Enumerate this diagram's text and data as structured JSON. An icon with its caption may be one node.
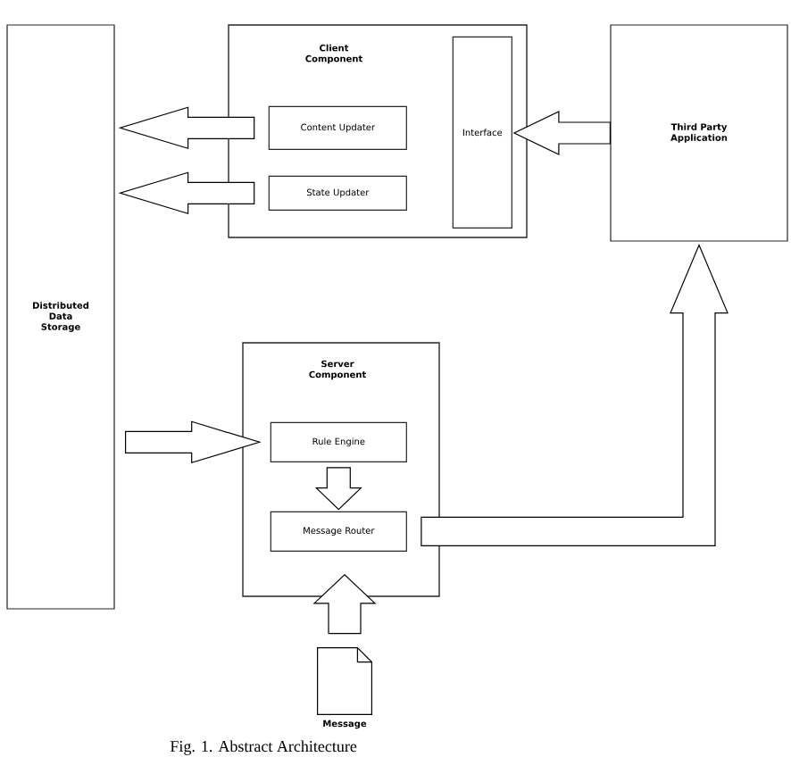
{
  "diagram": {
    "caption": "Fig. 1. Abstract Architecture",
    "nodes": [
      {
        "text": [
          "Client Component"
        ]
      },
      {
        "text": [
          "Content Updater"
        ],
        "in": 0
      },
      {
        "text": [
          "State Updater"
        ],
        "in": 0
      },
      {
        "text": [
          "Interface"
        ],
        "in": 0
      },
      {
        "text": [
          "Third Party Application"
        ]
      },
      {
        "text": [
          "Distributed Data Storage"
        ]
      },
      {
        "text": [
          "Server Component"
        ]
      },
      {
        "text": [
          "Rule Engine"
        ],
        "in": 6
      },
      {
        "text": [
          "Message Router"
        ],
        "in": 6
      },
      {
        "text": [],
        "shape": "document",
        "beside": [
          "Message"
        ]
      }
    ],
    "edges": [
      {
        "from": 1,
        "to": 5,
        "arrow": "to"
      },
      {
        "from": 2,
        "to": 5,
        "arrow": "to"
      },
      {
        "from": 5,
        "to": 7,
        "arrow": "to"
      },
      {
        "from": 7,
        "to": 8,
        "arrow": "to"
      },
      {
        "from": 9,
        "to": 8,
        "arrow": "to"
      },
      {
        "from": 8,
        "to": 4,
        "arrow": "to"
      },
      {
        "from": 4,
        "to": 3,
        "arrow": "to"
      }
    ]
  }
}
